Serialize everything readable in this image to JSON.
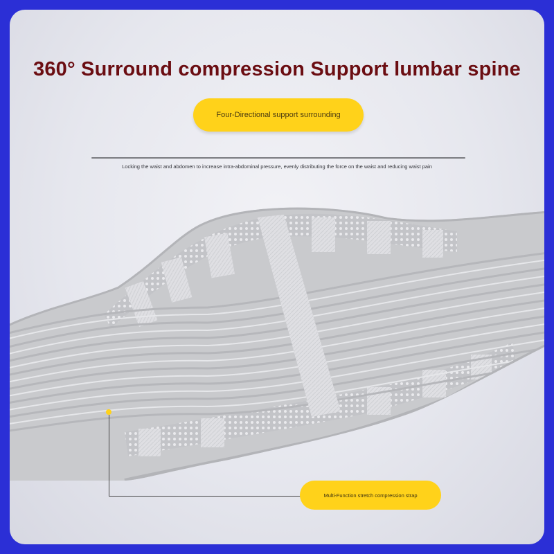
{
  "headline": "360° Surround compression Support lumbar spine",
  "top_badge": "Four-Directional support surrounding",
  "caption": "Locking the waist and abdomen to increase intra-abdominal pressure, evenly distributing the force on the waist and reducing waist pain",
  "bottom_badge": "Multi-Function stretch compression strap",
  "colors": {
    "frame_border": "#2b2fd6",
    "headline": "#6b0d12",
    "badge": "#ffd21a",
    "belt": "#c9cacd"
  }
}
